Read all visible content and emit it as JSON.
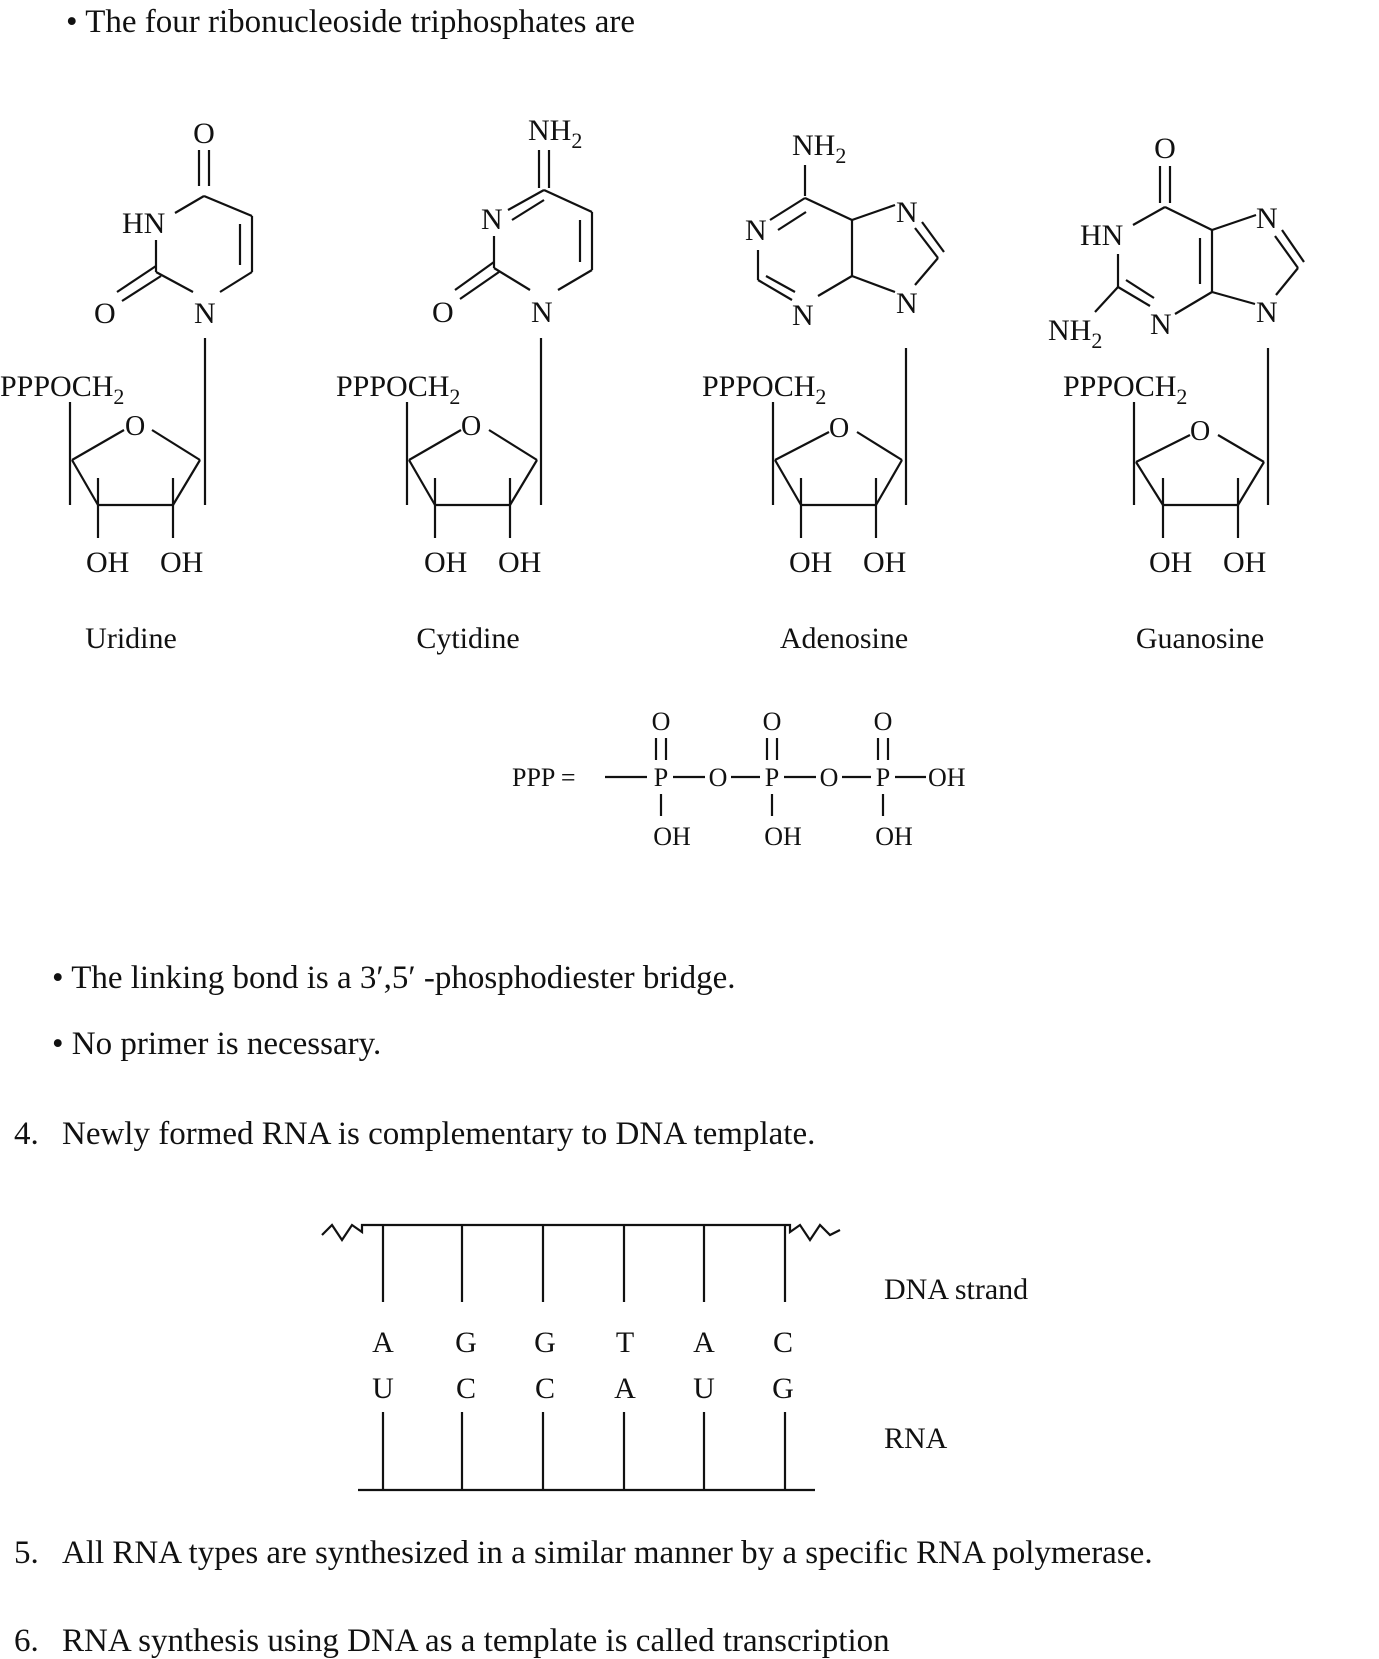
{
  "intro_bullet": "• The four ribonucleoside triphosphates are",
  "nucleosides": [
    {
      "name": "Uridine",
      "base_atoms": [
        "O",
        "HN",
        "O",
        "N"
      ],
      "sugar_group": "PPPOCH",
      "sugar_group_sub": "2",
      "ring_o": "O",
      "oh": [
        "OH",
        "OH"
      ]
    },
    {
      "name": "Cytidine",
      "base_atoms": [
        "NH",
        "2",
        "N",
        "O",
        "N"
      ],
      "sugar_group": "PPPOCH",
      "sugar_group_sub": "2",
      "ring_o": "O",
      "oh": [
        "OH",
        "OH"
      ]
    },
    {
      "name": "Adenosine",
      "base_atoms": [
        "NH",
        "2",
        "N",
        "N",
        "N",
        "N"
      ],
      "sugar_group": "PPPOCH",
      "sugar_group_sub": "2",
      "ring_o": "O",
      "oh": [
        "OH",
        "OH"
      ]
    },
    {
      "name": "Guanosine",
      "base_atoms": [
        "O",
        "HN",
        "N",
        "N",
        "NH",
        "2",
        "N"
      ],
      "sugar_group": "PPPOCH",
      "sugar_group_sub": "2",
      "ring_o": "O",
      "oh": [
        "OH",
        "OH"
      ]
    }
  ],
  "ppp": {
    "label": "PPP =",
    "o_top": [
      "O",
      "O",
      "O"
    ],
    "p": [
      "P",
      "P",
      "P"
    ],
    "bridge_o": [
      "O",
      "O"
    ],
    "terminal_oh": "OH",
    "oh_bottom": [
      "OH",
      "OH",
      "OH"
    ]
  },
  "bullets": [
    "• The linking bond is a 3′,5′ -phosphodiester bridge.",
    "• No primer is necessary."
  ],
  "items": [
    {
      "num": "4.",
      "text": "Newly formed RNA is complementary to DNA template."
    },
    {
      "num": "5.",
      "text": "All RNA types are synthesized in a similar manner by a specific RNA polymerase."
    },
    {
      "num": "6.",
      "text": "RNA synthesis using DNA as a template is called transcription"
    }
  ],
  "pairing": {
    "dna_bases": [
      "A",
      "G",
      "G",
      "T",
      "A",
      "C"
    ],
    "rna_bases": [
      "U",
      "C",
      "C",
      "A",
      "U",
      "G"
    ],
    "dna_label": "DNA strand",
    "rna_label": "RNA"
  }
}
